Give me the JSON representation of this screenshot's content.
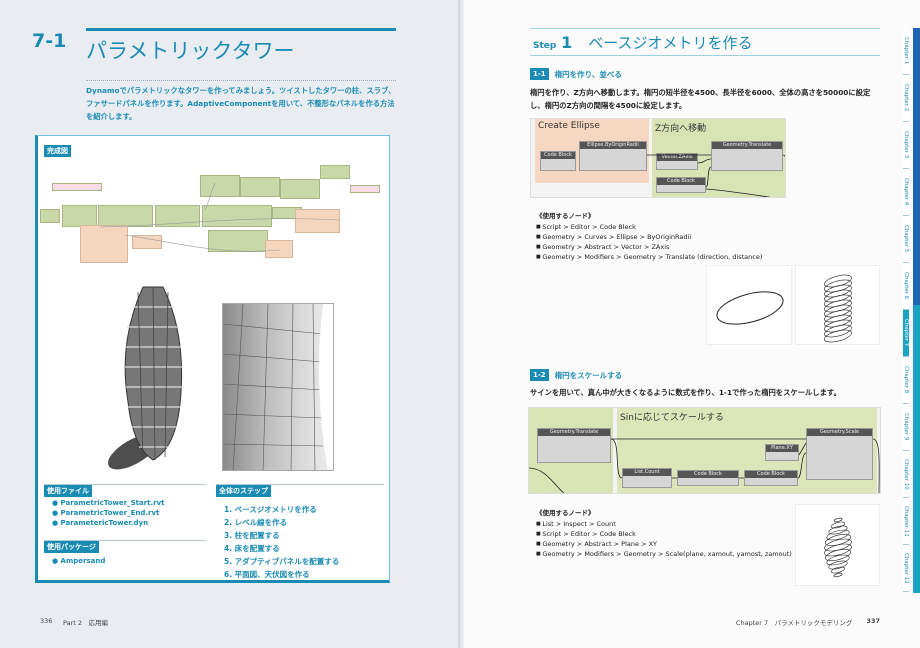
{
  "left_page": {
    "chapter_number": "7-1",
    "title": "パラメトリックタワー",
    "intro": "Dynamoでパラメトリックなタワーを作ってみましょう。ツイストしたタワーの柱、スラブ、ファサードパネルを作ります。AdaptiveComponentを用いて、不整形なパネルを作る方法を紹介します。",
    "completed_label": "完成図",
    "files_label": "使用ファイル",
    "files": [
      "ParametricTower_Start.rvt",
      "ParametricTower_End.rvt",
      "ParametericTower.dyn"
    ],
    "packages_label": "使用パッケージ",
    "packages": [
      "Ampersand"
    ],
    "steps_label": "全体のステップ",
    "steps": [
      "1. ベースジオメトリを作る",
      "2. レベル線を作る",
      "3. 柱を配置する",
      "4. 床を配置する",
      "5. アダプティブパネルを配置する",
      "6. 平面図、天伏図を作る"
    ],
    "page_number": "336",
    "part": "Part 2　応用編"
  },
  "right_page": {
    "step_label": "Step",
    "step_number": "1",
    "step_title": "ベースジオメトリを作る",
    "s1": {
      "num": "1-1",
      "title": "楕円を作り、並べる",
      "text": "楕円を作り、Z方向へ移動します。楕円の短半径を4500、長半径を6000、全体の高さを50000に設定し、楕円のZ方向の間隔を4500に設定します。",
      "groups": [
        "Create Ellipse",
        "Z方向へ移動"
      ],
      "dyn_nodes": [
        "Code Block",
        "Ellipse.ByOriginRadii",
        "Vector.ZAxis",
        "Geometry.Translate",
        "Code Block"
      ],
      "nodes_label": "《使用するノード》",
      "nodes": [
        "Script > Editor > Code Bleck",
        "Geometry > Curves > Ellipse > ByOriginRadii",
        "Geometry > Abstract > Vector > ZAxis",
        "Geometry > Modifiers > Geometry > Translate (direction, distance)"
      ]
    },
    "s2": {
      "num": "1-2",
      "title": "楕円をスケールする",
      "text": "サインを用いて、真ん中が大きくなるように数式を作り、1-1で作った楕円をスケールします。",
      "groups": [
        "Sinに応じてスケールする"
      ],
      "dyn_nodes": [
        "Geometry.Translate",
        "List.Count",
        "Code Block",
        "Code Block",
        "Plane.XY",
        "Geometry.Scale"
      ],
      "nodes_label": "《使用するノード》",
      "nodes": [
        "List > Inspect > Count",
        "Script > Editor > Code Bleck",
        "Geometry > Abstract > Plane > XY",
        "Geometry > Modifiers > Geometry > Scale(plane, xamout, yamost, zamout)"
      ]
    },
    "footer_chapter": "Chapter 7　パラメトリックモデリング",
    "page_number": "337",
    "tabs": [
      "Chapter 1",
      "Chapter 2",
      "Chapter 3",
      "Chapter 4",
      "Chapter 5",
      "Chapter 6",
      "Chapter 7",
      "Chapter 8",
      "Chapter 9",
      "Chapter 10",
      "Chapter 11",
      "Chapter 12"
    ],
    "active_tab": "Chapter 7"
  },
  "colors": {
    "accent": "#1a8bb3",
    "tab_active": "#1ba3c4",
    "tab_bar_dark": "#1f64b0"
  }
}
